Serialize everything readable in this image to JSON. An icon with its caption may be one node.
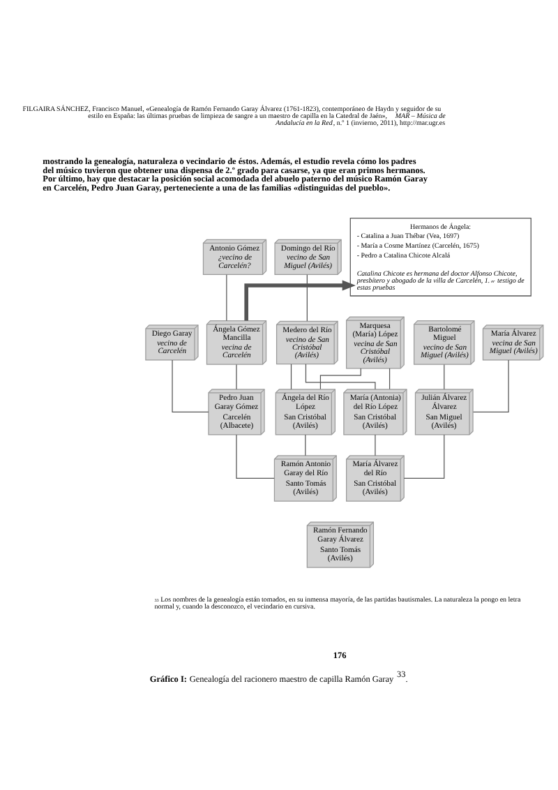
{
  "diagram": {
    "caption": "**Gráfico I:** Genealogía del racionero maestro de capilla Ramón Garay$^{33}$.",
    "nodes": [
      {
        "text": [
          "Antonio Gómez",
          "¿vecino de Carcelén?"
        ]
      },
      {
        "text": [
          "Domingo del Río",
          "vecino de San Miguel (Avilés)"
        ]
      },
      {
        "text": [
          "Hermanos de Ángela:",
          "- Catalina a Juan Thébar (Vea, 1697)",
          "- María a Cosme Martínez (Carcelén, 1675)",
          "- Pedro a Catalina Chicote Alcalá",
          "Catalina Chicote es hermana del doctor Alfonso Chicote, presbítero y abogado de la villa de Carcelén, 1.$^{er}$ testigo de estas pruebas"
        ]
      },
      {
        "text": [
          "Diego Garay",
          "vecino de Carcelén"
        ]
      },
      {
        "text": [
          "Ángela Gómez Mancilla",
          "vecina de Carcelén"
        ]
      },
      {
        "text": [
          "Medero del Río",
          "vecino de San Cristóbal (Avilés)"
        ]
      },
      {
        "text": [
          "Marquesa (María) López",
          "vecina de San Cristóbal (Avilés)"
        ]
      },
      {
        "text": [
          "Bartolomé Miguel",
          "vecino de San Miguel (Avilés)"
        ]
      },
      {
        "text": [
          "María Álvarez",
          "vecina de San Miguel (Avilés)"
        ]
      },
      {
        "text": [
          "Pedro Juan Garay Gómez",
          "Carcelén (Albacete)"
        ]
      },
      {
        "text": [
          "Ángela del Río López",
          "San Cristóbal (Avilés)"
        ]
      },
      {
        "text": [
          "María (Antonia) del Río López",
          "San Cristóbal (Avilés)"
        ]
      },
      {
        "text": [
          "Julián Álvarez Álvarez",
          "San Miguel (Avilés)"
        ]
      },
      {
        "text": [
          "Ramón Antonio Garay del Río",
          "Santo Tomás (Avilés)"
        ]
      },
      {
        "text": [
          "María Álvarez del Río",
          "San Cristóbal (Avilés)"
        ]
      },
      {
        "text": [
          "Ramón Fernando Garay Álvarez",
          "Santo Tomás (Avilés)"
        ]
      }
    ],
    "edges": [
      {
        "from": 0,
        "to": 4,
        "arrow": "none"
      },
      {
        "from": 1,
        "to": 5,
        "arrow": "none"
      },
      {
        "from": 4,
        "to": 2,
        "arrow": "to",
        "style": "thick"
      },
      {
        "from": 3,
        "to": 9,
        "arrow": "none"
      },
      {
        "from": 4,
        "to": 9,
        "arrow": "none"
      },
      {
        "from": 5,
        "to": 10,
        "arrow": "none"
      },
      {
        "from": 5,
        "to": 11,
        "arrow": "none"
      },
      {
        "from": 6,
        "to": 10,
        "arrow": "none"
      },
      {
        "from": 6,
        "to": 11,
        "arrow": "none"
      },
      {
        "from": 7,
        "to": 12,
        "arrow": "none"
      },
      {
        "from": 8,
        "to": 12,
        "arrow": "none"
      },
      {
        "from": 9,
        "to": 13,
        "arrow": "none"
      },
      {
        "from": 10,
        "to": 13,
        "arrow": "none"
      },
      {
        "from": 11,
        "to": 14,
        "arrow": "none"
      },
      {
        "from": 12,
        "to": 14,
        "arrow": "none"
      }
    ],
    "labels": [
      "FILGAIRA SÁNCHEZ, Francisco Manuel, «Genealogía de Ramón Fernando Garay Álvarez (1761-1823), contemporáneo de Haydn y seguidor de su estilo en España: las últimas pruebas de limpieza de sangre a un maestro de capilla en la Catedral de Jaén», *MAR – Música de Andalucía en la Red*, n.º 1 (invierno, 2011), http://mar.ugr.es",
      "mostrando la genealogía, naturaleza o vecindario de éstos. Además, el estudio revela cómo los padres del músico tuvieron que obtener una dispensa de 2.º grado para casarse, ya que eran primos hermanos. Por último, hay que destacar la posición social acomodada del abuelo paterno del músico Ramón Garay en Carcelén, Pedro Juan Garay, perteneciente a una de las familias «distinguidas del pueblo».",
      "$^{33}$ Los nombres de la genealogía están tomados, en su inmensa mayoría, de las partidas bautismales. La naturaleza la pongo en letra normal y, cuando la desconozco, el vecindario en cursiva.",
      "176"
    ]
  }
}
